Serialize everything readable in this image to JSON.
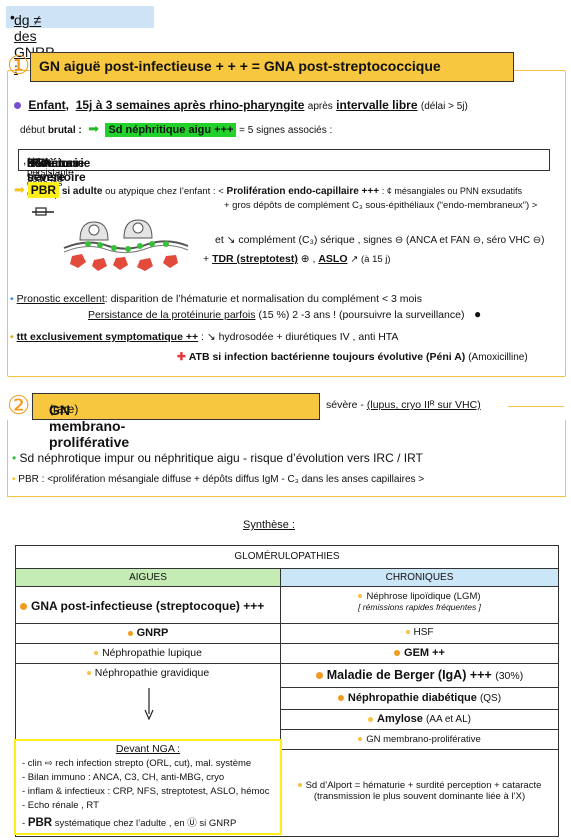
{
  "title": "dg ≠ des GNRP :",
  "section1": {
    "num": "①",
    "title": "GN aiguë post-infectieuse + + + = GNA post-streptococcique",
    "enfant": "Enfant,",
    "age": "15j à 3 semaines après rhino-pharyngite",
    "apres": "après",
    "intervalle": "intervalle libre",
    "delai": "(délai > 5j)",
    "debut": "début",
    "brutal": "brutal :",
    "sd_nephritique": "Sd néphritique aigu +++",
    "signes": "= 5 signes associés :",
    "signes_box": {
      "proteinurie": "Protéinurie",
      "hematurie": "hématurie",
      "hta": "HTA sévère",
      "oedemes": "oedèmes",
      "et": "et",
      "ira": "IRA transitoire",
      "note": "( ≠ persistante dans les GNRP)"
    },
    "pbr": "PBR",
    "pbr_adulte": "si adulte",
    "pbr_rest": "ou atypique chez l’enfant : <",
    "proliferation": "Prolifération endo-capillaire +++",
    "proliferation_rest": ": ¢ mésangiales ou PNN exsudatifs",
    "depots": "+ gros dépôts de complément C₃ sous-épithéliaux (“endo-membraneux”) >",
    "complement": "et ↘ complément (C₃) sérique",
    "complement_rest": ", signes ⊖ (ANCA et FAN ⊖, séro VHC ⊖)",
    "tdr": "TDR (streptotest)",
    "tdr_sign": "⊕",
    "aslo": "ASLO",
    "aslo_rest": "↗ (à 15 j)",
    "prono1": "Pronostic excellent",
    "prono1_rest": ": disparition de l’hématurie et normalisation du complément < 3 mois",
    "prono2": "Persistance de la protéinurie parfois",
    "prono2_rest": "(15 %)  2 -3 ans ! (poursuivre la surveillance)",
    "ttt": "ttt exclusivement symptomatique ++",
    "ttt_rest": ": ↘ hydrosodée + diurétiques IV , anti HTA",
    "atb": "ATB si infection bactérienne toujours évolutive (Péni A)",
    "atb_rest": "(Amoxicilline)"
  },
  "section2": {
    "num": "②",
    "title": "GN membrano-proliférative",
    "rare": "(rare)",
    "extra_a": "sévère  -",
    "extra_b": "(lupus, cryo IIᴿ sur VHC)",
    "line1": "Sd néphrotique impur  ou  néphritique aigu  -  risque d’évolution vers IRC / IRT",
    "line2": "PBR : <prolifération mésangiale diffuse + dépôts diffus IgM - C₃ dans les anses capillaires >"
  },
  "synthese": {
    "title": "Synthèse :",
    "header": "GLOMÉRULOPATHIES",
    "col_aigues": "AIGUES",
    "col_chroniques": "CHRONIQUES",
    "aigues": [
      {
        "label": "GNA post-infectieuse (streptocoque) +++",
        "bold": true
      },
      {
        "label": "GNRP",
        "bold": true
      },
      {
        "label": "Néphropathie lupique",
        "bold": false
      },
      {
        "label": "Néphropathie gravidique",
        "bold": false
      }
    ],
    "chroniques": [
      {
        "label": "Néphrose lipoïdique (LGM)",
        "sub": "[ rémissions rapides fréquentes ]"
      },
      {
        "label": "HSF"
      },
      {
        "label": "GEM ++"
      },
      {
        "label": "Maladie de Berger (IgA) +++",
        "sub": "(30%)"
      },
      {
        "label": "Néphropathie diabétique",
        "sub": "(QS)"
      },
      {
        "label": "Amylose",
        "sub": "(AA et AL)"
      },
      {
        "label": "GN membrano-proliférative"
      },
      {
        "label": "Sd d’Alport = hématurie + surdité perception + cataracte",
        "sub": "(transmission le plus souvent dominante liée à l’X)"
      }
    ],
    "nga_title": "Devant NGA :",
    "nga_items": [
      "- clin ⇨ rech infection strepto (ORL, cut), mal. système",
      "- Bilan immuno : ANCA, C3, CH, anti-MBG, cryo",
      "- inflam & infectieux : CRP, NFS, streptotest, ASLO, hémoc",
      "- Echo rénale , RT"
    ],
    "nga_pbr": "PBR",
    "nga_pbr_rest": "systématique chez l’adulte , en Ⓤ si GNRP"
  },
  "colors": {
    "accent_orange": "#f29a1d",
    "title_fill": "#f7c73f",
    "border_gold": "#f5c343",
    "green_hl": "#22d22b",
    "yellow_hl": "#ffef1a",
    "table_green": "#c6ecb6",
    "table_blue": "#cbe6f7",
    "nga_border": "#ffee1a"
  }
}
